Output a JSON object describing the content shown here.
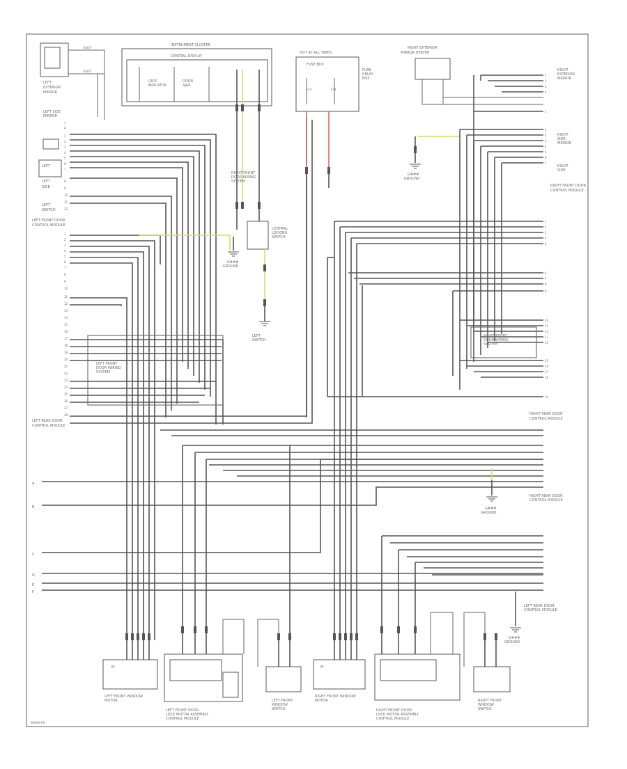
{
  "diagram": {
    "footer_code": "W#####",
    "left_labels": [
      "A",
      "B",
      "C",
      "D",
      "E",
      "F"
    ],
    "components": {
      "instrument_cluster": "",
      "multifunction_wheel": "",
      "left_mirror": "",
      "right_mirror": "",
      "left_window_motor": "",
      "right_window_motor": "",
      "left_front_door_module": "",
      "right_front_door_module": "",
      "left_rear_door_module": "",
      "right_rear_door_module": "",
      "left_rear_window_motor": "",
      "right_rear_window_motor": "",
      "ground_points": [
        "",
        "",
        "",
        "",
        ""
      ]
    }
  }
}
